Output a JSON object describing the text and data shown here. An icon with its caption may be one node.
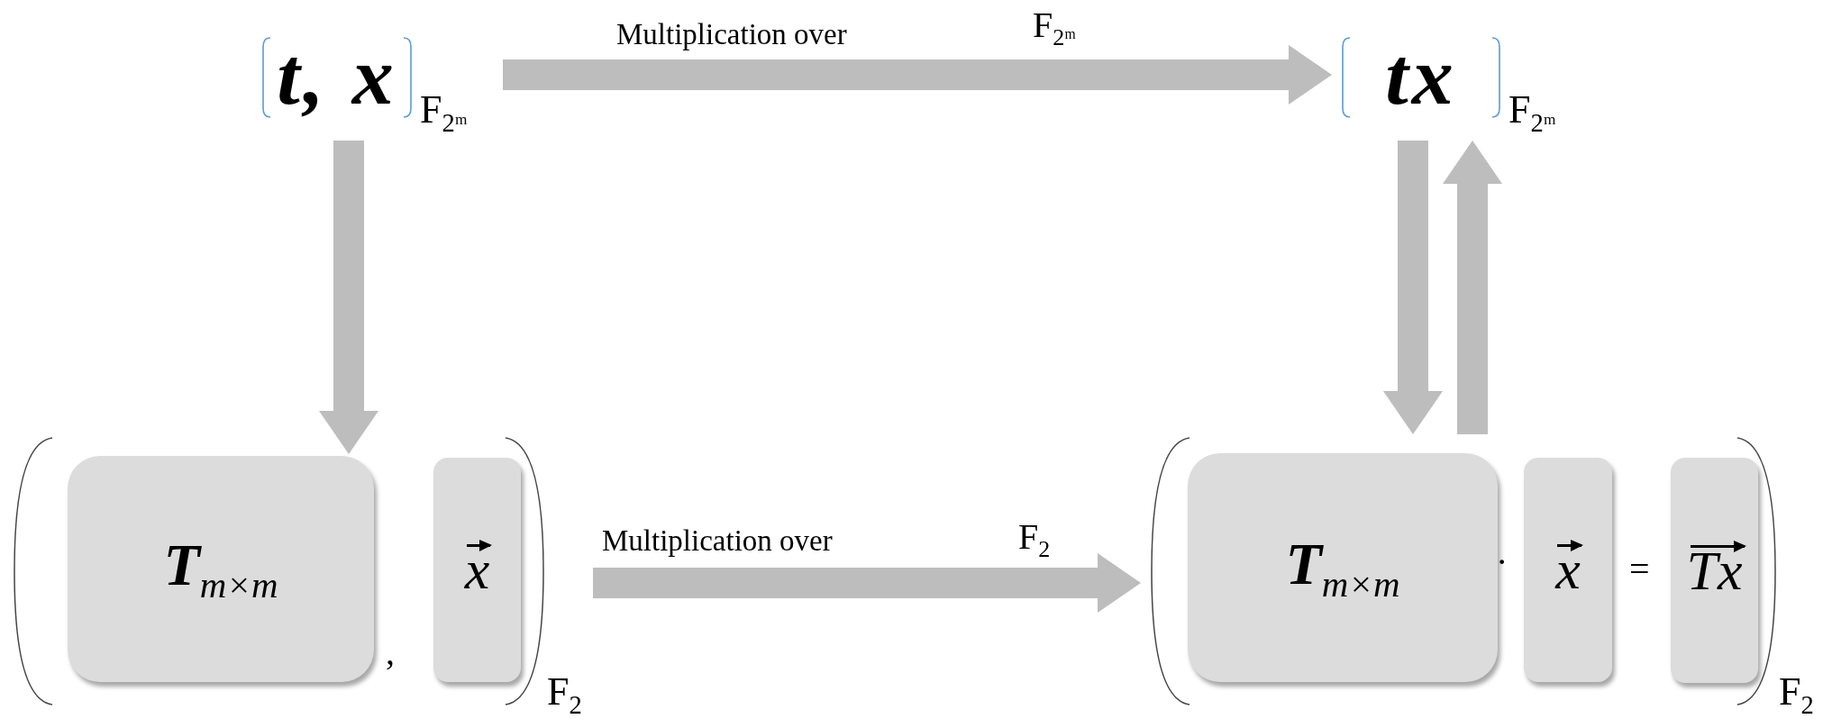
{
  "diagram": {
    "nodes": [
      {
        "text": [
          "t, x"
        ],
        "beside": [
          "F$_{2ᵐ}$"
        ]
      },
      {
        "text": [
          "tx"
        ],
        "beside": [
          "F$_{2ᵐ}$"
        ]
      },
      {
        "text": [],
        "shape": "bracket",
        "beside": [
          "F$_{2}$"
        ]
      },
      {
        "text": [
          "**T**$_{m×m}$"
        ],
        "in": 2
      },
      {
        "text": [
          "x"
        ],
        "in": 2
      },
      {
        "text": [],
        "shape": "bracket",
        "beside": [
          "F$_{2}$"
        ]
      },
      {
        "text": [
          "**T**$_{m×m}$"
        ],
        "in": 5
      },
      {
        "text": [
          "x"
        ],
        "in": 5
      },
      {
        "text": [
          "Tx"
        ],
        "in": 5
      }
    ],
    "edges": [
      {
        "from": 0,
        "to": 1,
        "arrow": "to",
        "label": "Multiplication over"
      },
      {
        "from": 0,
        "to": 3,
        "arrow": "to"
      },
      {
        "from": 2,
        "to": 5,
        "arrow": "to",
        "label": "Multiplication over"
      },
      {
        "from": 1,
        "to": 5,
        "arrow": "to"
      },
      {
        "from": 5,
        "to": 1,
        "arrow": "to"
      }
    ],
    "labels": [
      "F$_{2ᵐ}$",
      ",",
      "F$_{2}$",
      "·",
      "="
    ]
  }
}
